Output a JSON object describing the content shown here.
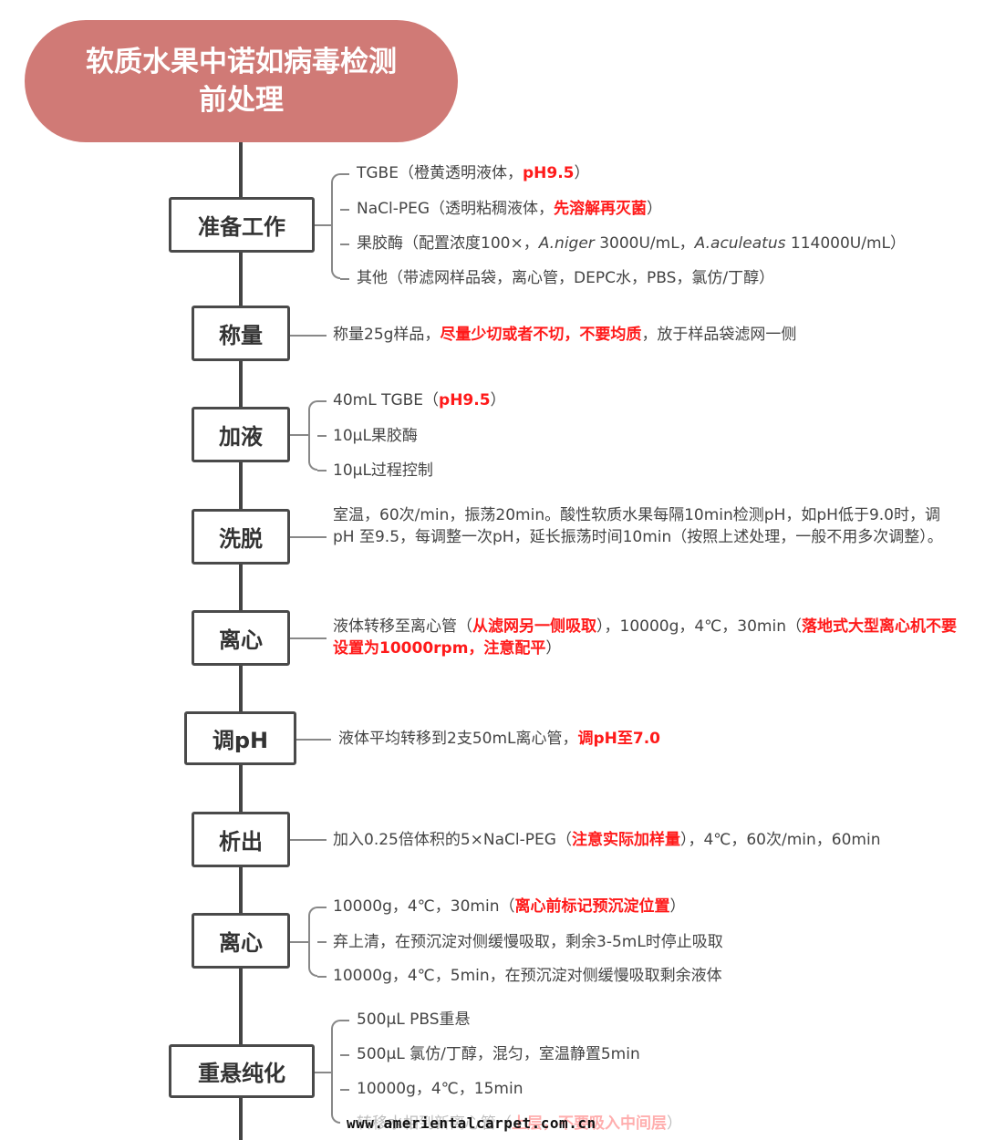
{
  "title": {
    "line1": "软质水果中诺如病毒检测",
    "line2": "前处理"
  },
  "steps": [
    {
      "label": "准备工作",
      "items": [
        {
          "pre": "TGBE（橙黄透明液体，",
          "red": "pH9.5",
          "post": "）"
        },
        {
          "pre": "NaCl-PEG（透明粘稠液体，",
          "red": "先溶解再灭菌",
          "post": "）"
        },
        {
          "pre": "果胶酶（配置浓度100×，",
          "it1": "A.niger",
          "mid": " 3000U/mL，",
          "it2": "A.aculeatus",
          "post": " 114000U/mL）"
        },
        {
          "text": "其他（带滤网样品袋，离心管，DEPC水，PBS，氯仿/丁醇）"
        }
      ]
    },
    {
      "label": "称量",
      "items": [
        {
          "pre": "称量25g样品，",
          "red": "尽量少切或者不切，不要均质",
          "post": "，放于样品袋滤网一侧"
        }
      ]
    },
    {
      "label": "加液",
      "items": [
        {
          "pre": "40mL TGBE（",
          "red": "pH9.5",
          "post": "）"
        },
        {
          "text": "10μL果胶酶"
        },
        {
          "text": "10μL过程控制"
        }
      ]
    },
    {
      "label": "洗脱",
      "items": [
        {
          "text": "室温，60次/min，振荡20min。酸性软质水果每隔10min检测pH，如pH低于9.0时，调pH 至9.5，每调整一次pH，延长振荡时间10min（按照上述处理，一般不用多次调整）。"
        }
      ]
    },
    {
      "label": "离心",
      "items": [
        {
          "pre": "液体转移至离心管（",
          "red": "从滤网另一侧吸取",
          "mid": "），10000g，4℃，30min（",
          "red2": "落地式大型离心机不要设置为10000rpm，注意配平",
          "post": "）"
        }
      ]
    },
    {
      "label": "调pH",
      "items": [
        {
          "pre": "液体平均转移到2支50mL离心管，",
          "red": "调pH至7.0"
        }
      ]
    },
    {
      "label": "析出",
      "items": [
        {
          "pre": "加入0.25倍体积的5×NaCl-PEG（",
          "red": "注意实际加样量",
          "post": "），4℃，60次/min，60min"
        }
      ]
    },
    {
      "label": "离心",
      "items": [
        {
          "pre": "10000g，4℃，30min（",
          "red": "离心前标记预沉淀位置",
          "post": "）"
        },
        {
          "text": "弃上清，在预沉淀对侧缓慢吸取，剩余3-5mL时停止吸取"
        },
        {
          "text": "10000g，4℃，5min，在预沉淀对侧缓慢吸取剩余液体"
        }
      ]
    },
    {
      "label": "重悬纯化",
      "items": [
        {
          "text": "500μL PBS重悬"
        },
        {
          "text": "500μL 氯仿/丁醇，混匀，室温静置5min"
        },
        {
          "text": "10000g，4℃，15min"
        },
        {
          "pre": "转移水相到新离心管（",
          "red": "上层，不要吸入中间层",
          "post": "）"
        }
      ]
    }
  ],
  "watermark": "www.amerientalcarpet.com.cn"
}
